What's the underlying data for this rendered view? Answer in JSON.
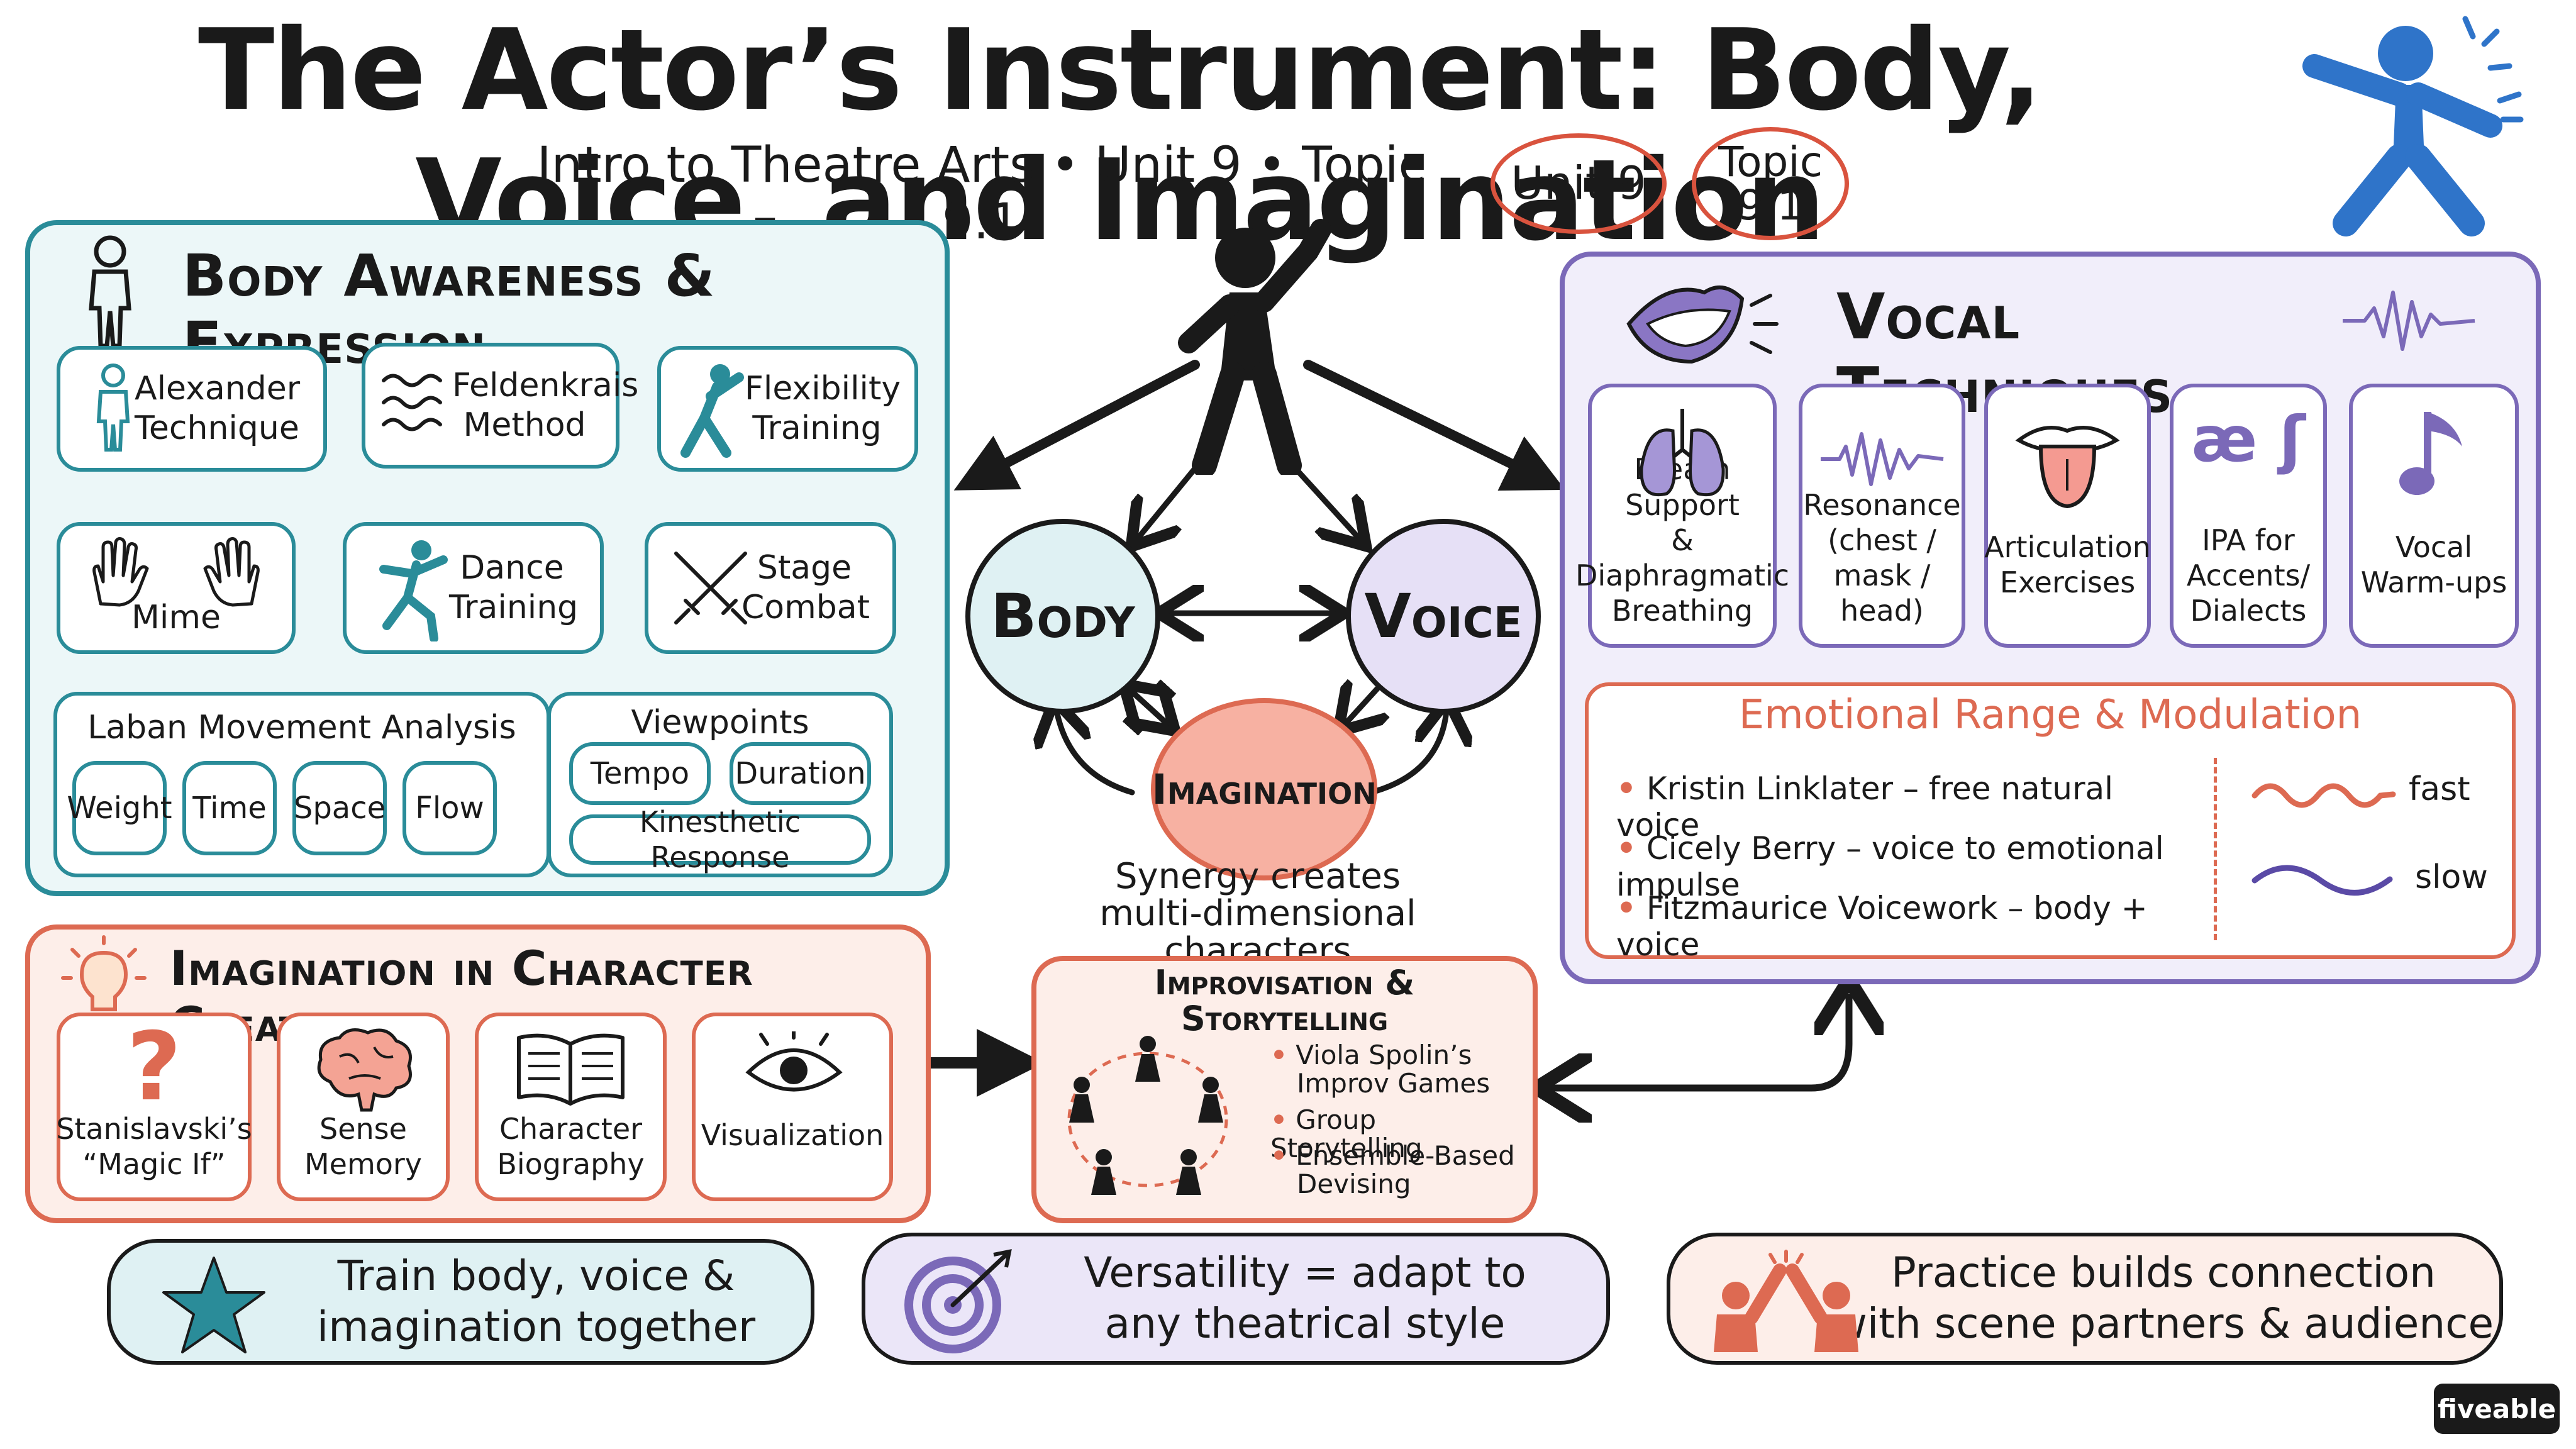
{
  "header": {
    "title": "The Actor’s Instrument: Body, Voice, and Imagination",
    "subtitle": "Intro to Theatre Arts • Unit 9 • Topic 9.1",
    "badge_unit": "Unit 9",
    "badge_topic_1": "Topic",
    "badge_topic_2": "9.1"
  },
  "body_panel": {
    "title": "Body Awareness & Expression",
    "row1": [
      "Alexander Technique",
      "Feldenkrais Method",
      "Flexibility Training"
    ],
    "row2": [
      "Mime",
      "Dance Training",
      "Stage Combat"
    ],
    "laban": {
      "title": "Laban Movement Analysis",
      "items": [
        "Weight",
        "Time",
        "Space",
        "Flow"
      ]
    },
    "viewpoints": {
      "title": "Viewpoints",
      "items": [
        "Tempo",
        "Duration"
      ],
      "wide": "Kinesthetic Response"
    }
  },
  "center": {
    "body": "Body",
    "voice": "Voice",
    "imagination": "Imagination",
    "synergy_1": "Synergy creates",
    "synergy_2": "multi-dimensional characters"
  },
  "vocal_panel": {
    "title": "Vocal Techniques",
    "cards": [
      {
        "l1": "Breath Support",
        "l2": "& Diaphragmatic",
        "l3": "Breathing"
      },
      {
        "l1": "Resonance",
        "l2": "(chest / mask /",
        "l3": "head)"
      },
      {
        "l1": "Articulation",
        "l2": "Exercises",
        "l3": ""
      },
      {
        "l1": "IPA for",
        "l2": "Accents/",
        "l3": "Dialects"
      },
      {
        "l1": "Vocal",
        "l2": "Warm-ups",
        "l3": ""
      }
    ],
    "ipa_glyphs": "æ ʃ",
    "emotional": {
      "title": "Emotional Range & Modulation",
      "bullets": [
        "Kristin Linklater – free natural voice",
        "Cicely Berry – voice to emotional impulse",
        "Fitzmaurice Voicework – body + voice"
      ],
      "fast": "fast",
      "slow": "slow"
    }
  },
  "imagination_panel": {
    "title": "Imagination in Character Creation",
    "cards": [
      {
        "l1": "Stanislavski’s",
        "l2": "“Magic If”"
      },
      {
        "l1": "Sense",
        "l2": "Memory"
      },
      {
        "l1": "Character",
        "l2": "Biography"
      },
      {
        "l1": "Visualization",
        "l2": ""
      }
    ]
  },
  "improv_panel": {
    "title_1": "Improvisation &",
    "title_2": "Storytelling",
    "bullets": [
      {
        "l1": "Viola Spolin’s",
        "l2": "Improv Games"
      },
      {
        "l1": "Group Storytelling",
        "l2": ""
      },
      {
        "l1": "Ensemble-Based",
        "l2": "Devising"
      }
    ]
  },
  "footer": {
    "box1_1": "Train body, voice &",
    "box1_2": "imagination together",
    "box2_1": "Versatility = adapt to",
    "box2_2": "any theatrical style",
    "box3_1": "Practice builds connection",
    "box3_2": "with scene partners & audience"
  },
  "brand": "fiveable",
  "colors": {
    "teal": "#2a8c99",
    "purple": "#7b69b8",
    "red": "#dd6a52",
    "blue_figure": "#2f74c9"
  },
  "icons": [
    "person-outline-icon",
    "waves-icon",
    "stretch-figure-icon",
    "hands-icon",
    "dancer-icon",
    "swords-icon",
    "lungs-icon",
    "soundwave-icon",
    "mouth-tongue-icon",
    "music-note-icon",
    "mouth-icon",
    "lightbulb-icon",
    "question-mark-icon",
    "brain-icon",
    "open-book-icon",
    "eye-icon",
    "circle-of-people-icon",
    "star-icon",
    "target-icon",
    "high-five-icon",
    "performer-figure-icon",
    "actor-figure-icon"
  ]
}
